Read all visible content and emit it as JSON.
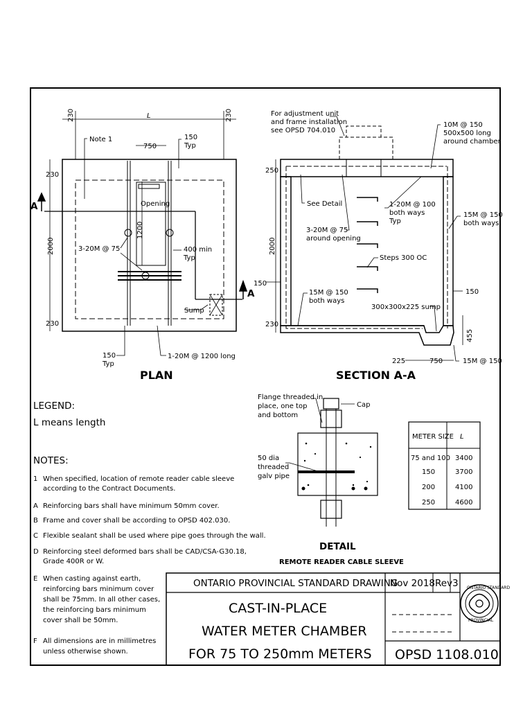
{
  "plan": {
    "title": "PLAN",
    "dim_length": "L",
    "dim_230": "230",
    "dim_750": "750",
    "dim_2000": "2000",
    "dim_1200": "1200",
    "dim_150": "150",
    "label_note1": "Note 1",
    "label_150_typ": [
      "150",
      "Typ"
    ],
    "label_opening": "Opening",
    "label_3_20m": "3-20M @ 75",
    "label_400_min": [
      "400 min",
      "Typ"
    ],
    "label_sump": "Sump",
    "label_bottom_150": [
      "150",
      "Typ"
    ],
    "label_1_20m": "1-20M @ 1200 long",
    "section_marker": "A"
  },
  "section": {
    "title": "SECTION A-A",
    "note_adjust": [
      "For adjustment unit",
      "and frame installation",
      "see OPSD 704.010"
    ],
    "note_10m": [
      "10M @ 150",
      "500x500 long",
      "around chamber"
    ],
    "dim_250": "250",
    "dim_2000": "2000",
    "dim_150": "150",
    "dim_230": "230",
    "label_see_detail": "See Detail",
    "label_1_20m_100": [
      "1-20M @ 100",
      "both ways",
      "Typ"
    ],
    "label_15m_150_right": [
      "15M @ 150",
      "both ways"
    ],
    "label_3_20m_75": [
      "3-20M @ 75",
      "around opening"
    ],
    "label_steps": "Steps 300 OC",
    "label_15m_150_left": [
      "15M @ 150",
      "both ways"
    ],
    "label_sump": "300x300x225 sump",
    "dim_right_150": "150",
    "dim_455": "455",
    "dim_225": "225",
    "dim_750": "750",
    "label_15m_bottom": "15M @ 150"
  },
  "legend": {
    "heading": "LEGEND:",
    "text": "L means length"
  },
  "notes": {
    "heading": "NOTES:",
    "items": [
      {
        "key": "1",
        "lines": [
          "When specified, location of remote reader cable sleeve",
          "according to the Contract Documents."
        ]
      },
      {
        "key": "A",
        "lines": [
          "Reinforcing bars shall have minimum 50mm cover."
        ]
      },
      {
        "key": "B",
        "lines": [
          "Frame and cover shall be according to OPSD 402.030."
        ]
      },
      {
        "key": "C",
        "lines": [
          "Flexible sealant shall be used where pipe goes through the wall."
        ]
      },
      {
        "key": "D",
        "lines": [
          "Reinforcing steel deformed bars shall be CAD/CSA-G30.18,",
          "Grade 400R or W."
        ]
      },
      {
        "key": "E",
        "lines": [
          "When casting against earth,",
          "reinforcing bars minimum cover",
          "shall be 75mm. In all other cases,",
          "the reinforcing bars minimum",
          "cover shall be 50mm."
        ]
      },
      {
        "key": "F",
        "lines": [
          "All dimensions are in millimetres",
          "unless otherwise shown."
        ]
      }
    ]
  },
  "detail": {
    "label_flange": [
      "Flange threaded in",
      "place, one top",
      "and bottom"
    ],
    "label_cap": "Cap",
    "label_pipe": [
      "50 dia",
      "threaded",
      "galv pipe"
    ],
    "title": "DETAIL",
    "subtitle": "REMOTE READER CABLE SLEEVE"
  },
  "meter_table": {
    "headers": [
      "METER SIZE",
      "L"
    ],
    "rows": [
      [
        "75 and 100",
        "3400"
      ],
      [
        "150",
        "3700"
      ],
      [
        "200",
        "4100"
      ],
      [
        "250",
        "4600"
      ]
    ]
  },
  "title_block": {
    "agency": "ONTARIO PROVINCIAL STANDARD DRAWING",
    "date": "Nov 2018",
    "rev_label": "Rev",
    "rev_value": "3",
    "title_lines": [
      "CAST-IN-PLACE",
      "WATER METER CHAMBER",
      "FOR 75 TO 250mm METERS"
    ],
    "drawing_number": "OPSD 1108.010",
    "seal_text": [
      "ONTARIO STANDARD",
      "PROVINCIAL"
    ]
  }
}
